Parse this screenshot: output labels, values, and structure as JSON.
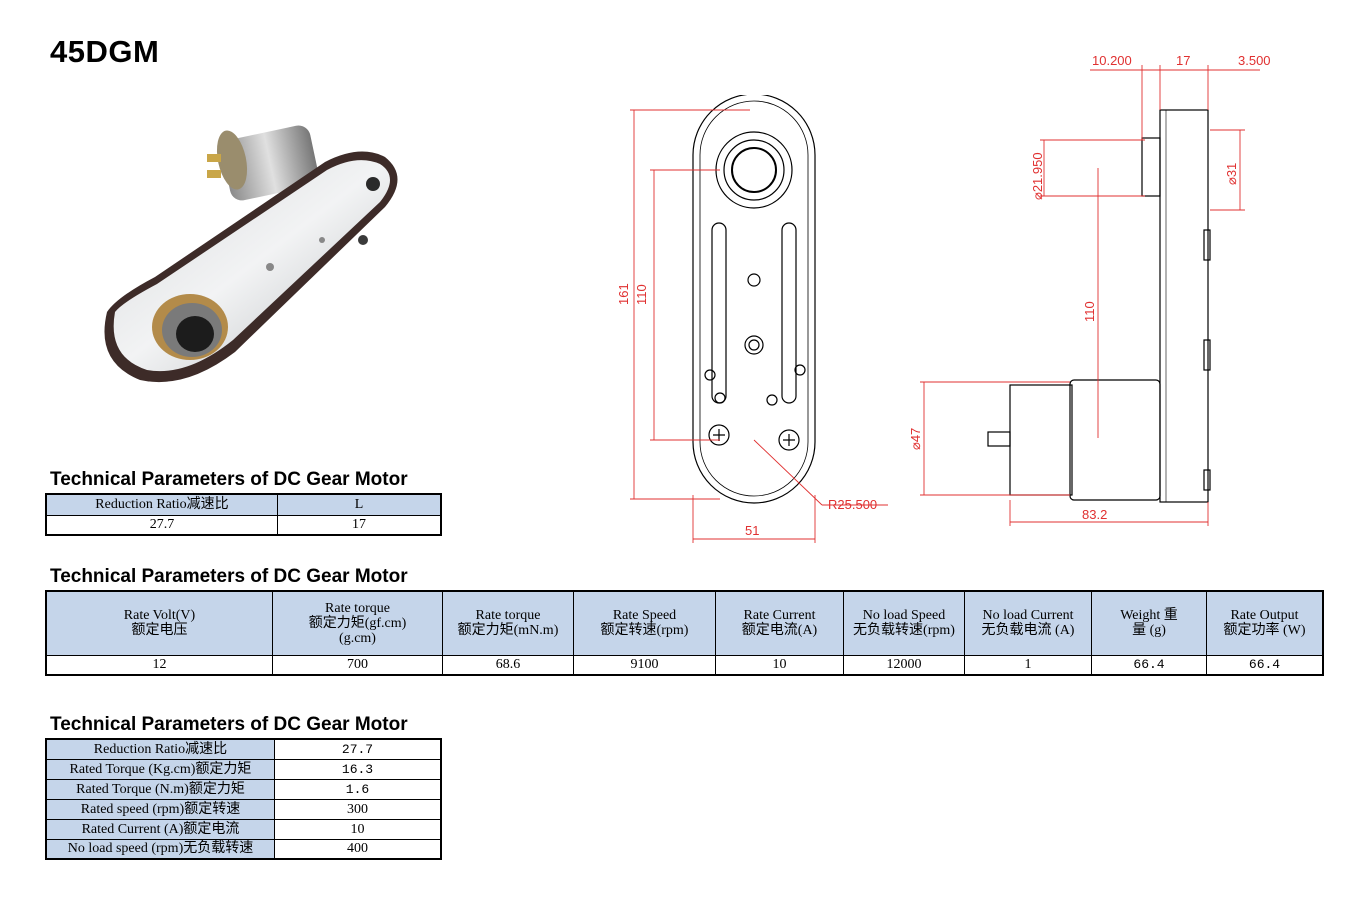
{
  "title": "45DGM",
  "dimensions": {
    "d1": "10.200",
    "d2": "17",
    "d3": "3.500",
    "phi21": "⌀21.950",
    "phi31": "⌀31",
    "phi47": "⌀47",
    "h161": "161",
    "h110a": "110",
    "h110b": "110",
    "w51": "51",
    "r25": "R25.500",
    "l83": "83.2"
  },
  "table1": {
    "title": "Technical Parameters of DC Gear Motor",
    "headers": [
      "Reduction  Ratio减速比",
      "L"
    ],
    "row": [
      "27.7",
      "17"
    ]
  },
  "table2": {
    "title": "Technical Parameters of DC Gear Motor",
    "headers": [
      [
        "Rate Volt(V)",
        "额定电压"
      ],
      [
        "Rate  torque",
        "额定力矩(gf.cm)",
        "(g.cm)"
      ],
      [
        "Rate  torque",
        "额定力矩(mN.m)"
      ],
      [
        "Rate Speed",
        "额定转速(rpm)"
      ],
      [
        "Rate Current",
        "额定电流(A)"
      ],
      [
        "No load  Speed",
        "无负载转速(rpm)"
      ],
      [
        "No  load Current",
        "无负载电流 (A)"
      ],
      [
        "Weight       重",
        "量 (g)"
      ],
      [
        "Rate Output",
        "额定功率  (W)"
      ]
    ],
    "row": [
      "12",
      "700",
      "68.6",
      "9100",
      "10",
      "12000",
      "1",
      "66.4",
      "66.4"
    ]
  },
  "table3": {
    "title": "Technical Parameters of DC Gear Motor",
    "rows": [
      [
        "Reduction  Ratio减速比",
        "27.7"
      ],
      [
        "Rated Torque (Kg.cm)额定力矩",
        "16.3"
      ],
      [
        "Rated Torque (N.m)额定力矩",
        "1.6"
      ],
      [
        "Rated speed (rpm)额定转速",
        "300"
      ],
      [
        "Rated Current (A)额定电流",
        "10"
      ],
      [
        "No load speed (rpm)无负载转速",
        "400"
      ]
    ]
  }
}
